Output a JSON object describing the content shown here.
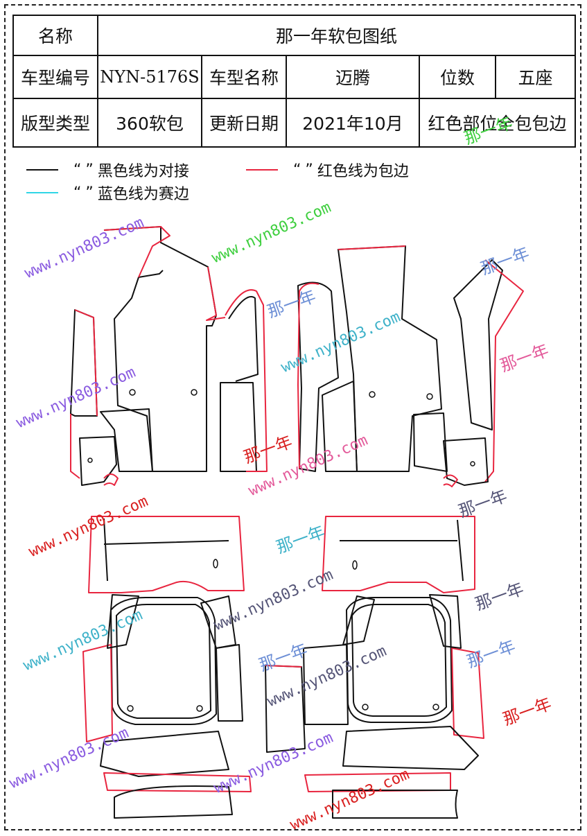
{
  "spec": {
    "name_label": "名称",
    "name_value": "那一年软包图纸",
    "model_code_label": "车型编号",
    "model_code_value": "NYN-5176S",
    "model_name_label": "车型名称",
    "model_name_value": "迈腾",
    "seats_label": "位数",
    "seats_value": "五座",
    "pattern_type_label": "版型类型",
    "pattern_type_value": "360软包",
    "update_label": "更新日期",
    "update_value": "2021年10月",
    "red_area_note": "红色部位全包包边"
  },
  "legend": {
    "quote_open": "“",
    "quote_close": "”",
    "black_text": "黑色线为对接",
    "red_text": "红色线为包边",
    "blue_text": "蓝色线为赛边",
    "colors": {
      "black": "#111111",
      "red": "#e8253f",
      "blue": "#2fd6e6"
    }
  },
  "watermarks": {
    "url_text": "www.nyn803.com",
    "brand_text": "那一年",
    "colors": [
      "#8a5be0",
      "#3fcf3f",
      "#e35a9a",
      "#3fb2c9",
      "#d92020",
      "#6d8fd6",
      "#555577"
    ]
  }
}
